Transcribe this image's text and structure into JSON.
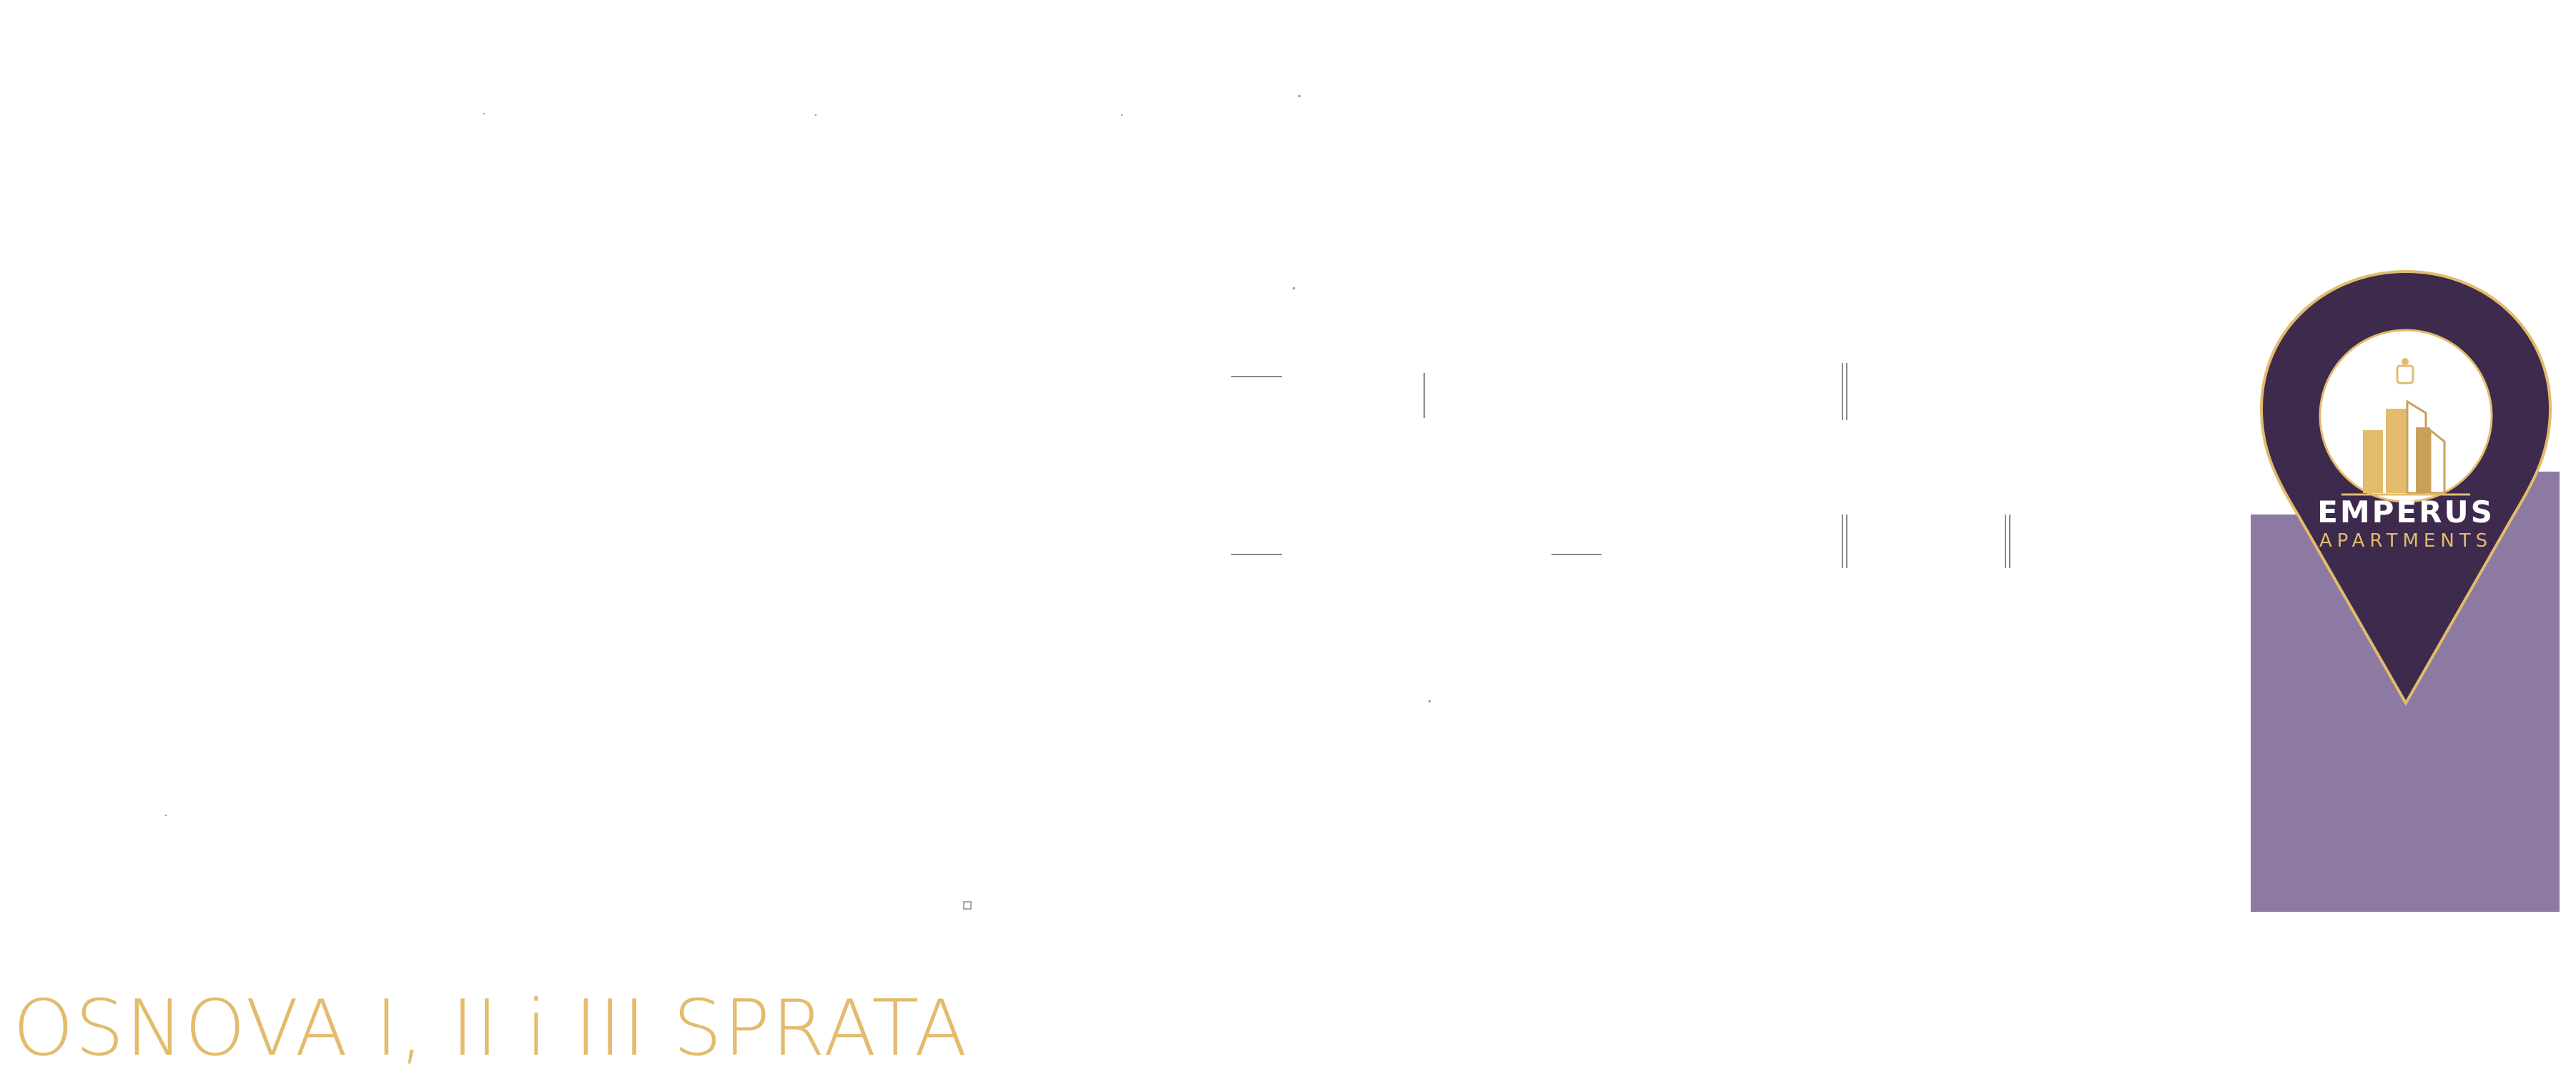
{
  "brand": {
    "name": "EMPERUS",
    "tagline": "APARTMENTS",
    "pin_color": "#3d2a4d",
    "accent_color": "#e3bb6c",
    "block_color": "#8c7aa3"
  },
  "page": {
    "title": "OSNOVA I, II i III SPRATA"
  },
  "icons": {
    "location_pin": "map-pin-icon",
    "building": "building-logo-icon"
  }
}
